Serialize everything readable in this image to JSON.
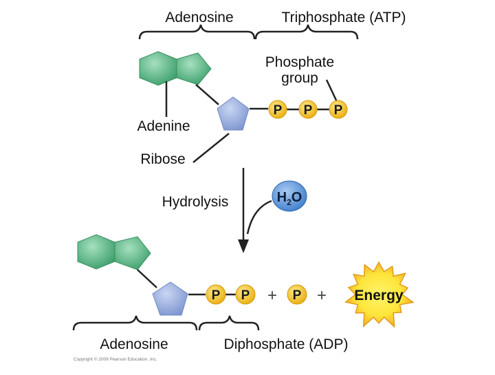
{
  "labels": {
    "adenosine_top": "Adenosine",
    "triphosphate": "Triphosphate  (ATP)",
    "phosphate_group_line1": "Phosphate",
    "phosphate_group_line2": "group",
    "adenine": "Adenine",
    "ribose": "Ribose",
    "hydrolysis": "Hydrolysis",
    "adenosine_bottom": "Adenosine",
    "diphosphate": "Diphosphate  (ADP)",
    "plus": "+",
    "energy": "Energy",
    "copyright": "Copyright © 2009 Pearson Education, Inc."
  },
  "phosphate": {
    "symbol": "P"
  },
  "water": {
    "element_h": "H",
    "subscript": "2",
    "element_o": "O"
  },
  "colors": {
    "adenine_green": "#5cbd8a",
    "ribose_blue": "#9fb4e3",
    "phosphate_yellow": "#f7c52b",
    "water_blue": "#5b97dc",
    "energy_yellow": "#fbe23a",
    "energy_orange": "#f4a020",
    "line": "#222222"
  }
}
